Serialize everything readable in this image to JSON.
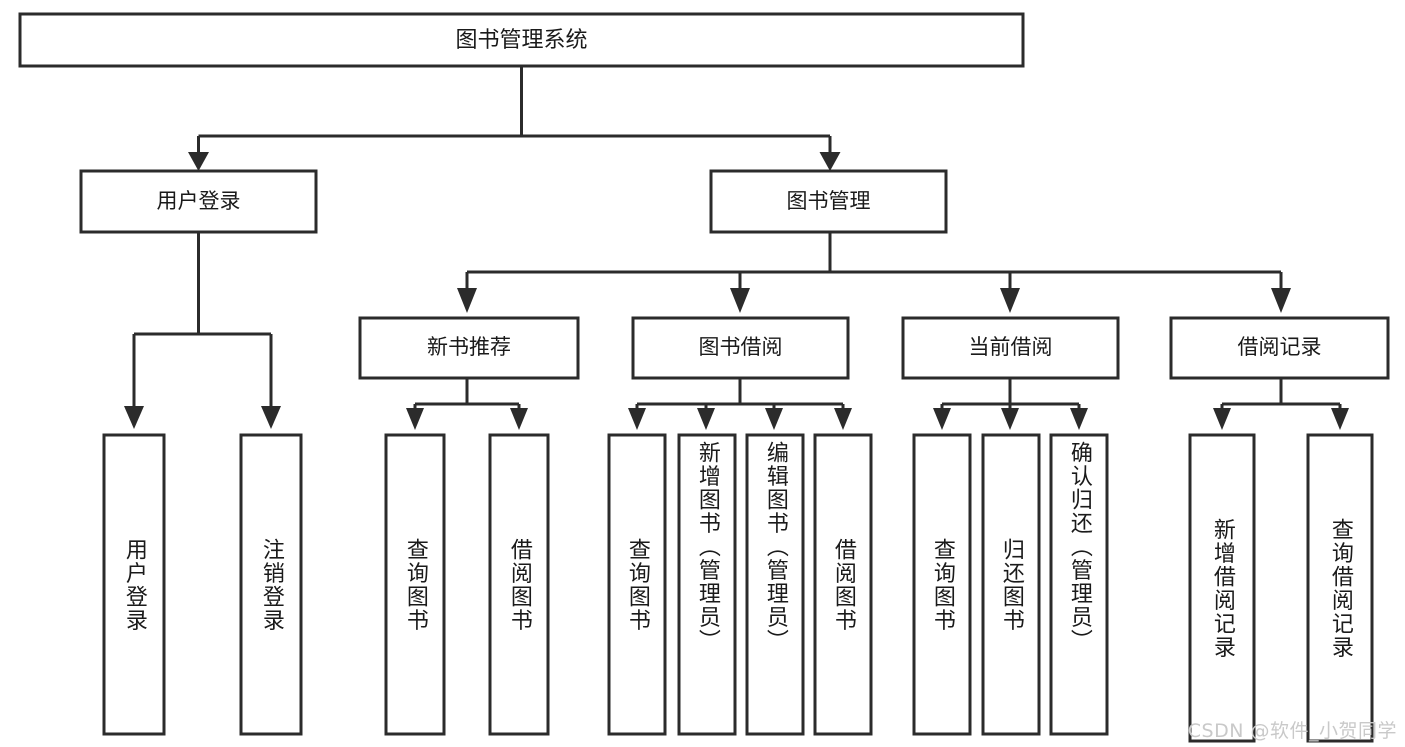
{
  "diagram": {
    "type": "tree-hierarchy",
    "title": "图书管理系统",
    "root": {
      "id": "root",
      "label": "图书管理系统",
      "orientation": "horizontal"
    },
    "level2": [
      {
        "id": "user-login",
        "label": "用户登录",
        "orientation": "horizontal"
      },
      {
        "id": "book-manage",
        "label": "图书管理",
        "orientation": "horizontal"
      }
    ],
    "level3": [
      {
        "id": "new-book-recommend",
        "label": "新书推荐",
        "parent": "book-manage",
        "orientation": "horizontal"
      },
      {
        "id": "book-borrow",
        "label": "图书借阅",
        "parent": "book-manage",
        "orientation": "horizontal"
      },
      {
        "id": "current-borrow",
        "label": "当前借阅",
        "parent": "book-manage",
        "orientation": "horizontal"
      },
      {
        "id": "borrow-record",
        "label": "借阅记录",
        "parent": "book-manage",
        "orientation": "horizontal"
      }
    ],
    "leaves": [
      {
        "id": "leaf-user-login",
        "label": "用户登录",
        "parent": "user-login",
        "orientation": "vertical",
        "align": "center"
      },
      {
        "id": "leaf-logout-login",
        "label": "注销登录",
        "parent": "user-login",
        "orientation": "vertical",
        "align": "center"
      },
      {
        "id": "leaf-query-book-1",
        "label": "查询图书",
        "parent": "new-book-recommend",
        "orientation": "vertical",
        "align": "center"
      },
      {
        "id": "leaf-borrow-book-1",
        "label": "借阅图书",
        "parent": "new-book-recommend",
        "orientation": "vertical",
        "align": "center"
      },
      {
        "id": "leaf-query-book-2",
        "label": "查询图书",
        "parent": "book-borrow",
        "orientation": "vertical",
        "align": "center"
      },
      {
        "id": "leaf-add-book",
        "label": "新增图书（管理员）",
        "parent": "book-borrow",
        "orientation": "vertical",
        "align": "top"
      },
      {
        "id": "leaf-edit-book",
        "label": "编辑图书（管理员）",
        "parent": "book-borrow",
        "orientation": "vertical",
        "align": "top"
      },
      {
        "id": "leaf-borrow-book-2",
        "label": "借阅图书",
        "parent": "book-borrow",
        "orientation": "vertical",
        "align": "center"
      },
      {
        "id": "leaf-query-book-3",
        "label": "查询图书",
        "parent": "current-borrow",
        "orientation": "vertical",
        "align": "center"
      },
      {
        "id": "leaf-return-book",
        "label": "归还图书",
        "parent": "current-borrow",
        "orientation": "vertical",
        "align": "center"
      },
      {
        "id": "leaf-confirm-return",
        "label": "确认归还（管理员）",
        "parent": "current-borrow",
        "orientation": "vertical",
        "align": "top"
      },
      {
        "id": "leaf-add-record",
        "label": "新增借阅记录",
        "parent": "borrow-record",
        "orientation": "vertical",
        "align": "center"
      },
      {
        "id": "leaf-query-record",
        "label": "查询借阅记录",
        "parent": "borrow-record",
        "orientation": "vertical",
        "align": "center"
      }
    ],
    "colors": {
      "stroke": "#2b2b2b",
      "fill": "#ffffff",
      "text": "#1a1a1a",
      "background": "#ffffff",
      "watermark": "#c9c9c9"
    }
  },
  "watermark": {
    "text": "CSDN @软件_小贺同学"
  }
}
